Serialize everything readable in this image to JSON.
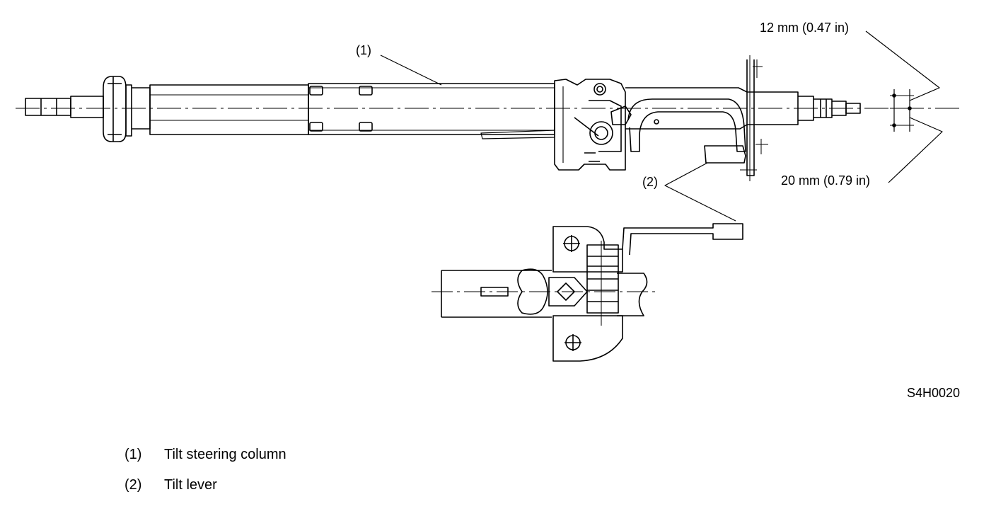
{
  "callouts": {
    "column": "(1)",
    "lever": "(2)"
  },
  "dimensions": {
    "upper": "12 mm (0.47 in)",
    "lower": "20 mm (0.79 in)"
  },
  "figure_code": "S4H0020",
  "legend": [
    {
      "number": "(1)",
      "text": "Tilt steering column"
    },
    {
      "number": "(2)",
      "text": "Tilt lever"
    }
  ],
  "colors": {
    "line": "#000000",
    "background": "#ffffff"
  }
}
